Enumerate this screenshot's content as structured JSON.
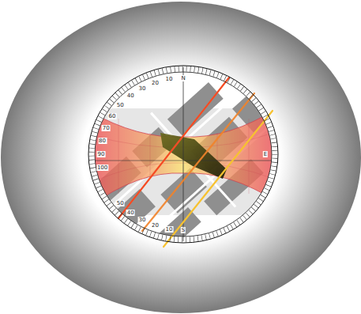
{
  "diagram": {
    "labels": [
      "N",
      "10",
      "20",
      "30",
      "40",
      "50",
      "60",
      "70",
      "80",
      "90",
      "100",
      "50",
      "40",
      "30",
      "20",
      "10",
      "S",
      "E"
    ]
  }
}
